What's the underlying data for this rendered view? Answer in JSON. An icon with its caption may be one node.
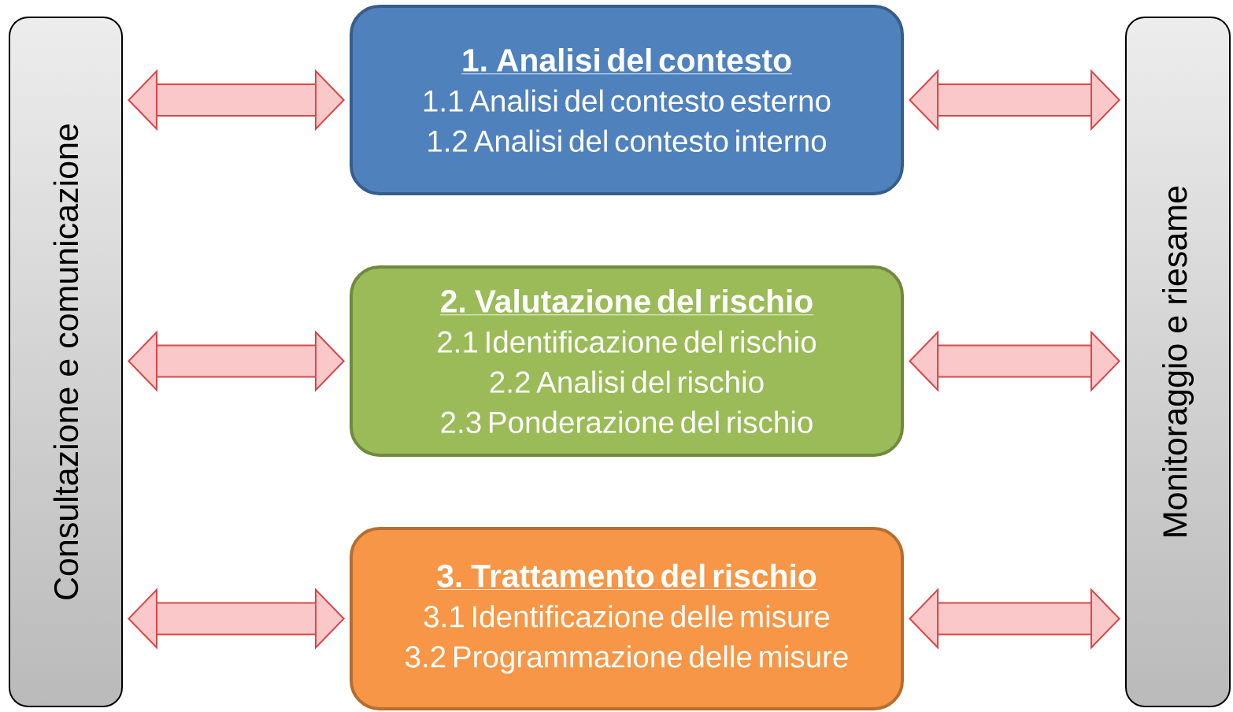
{
  "diagram": {
    "nodes": [
      {
        "text": [
          "Consultazione e comunicazione"
        ]
      },
      {
        "text": [
          "1. Analisi del contesto",
          "1.1 Analisi del contesto esterno",
          "1.2 Analisi del contesto interno"
        ]
      },
      {
        "text": [
          "2. Valutazione del rischio",
          "2.1 Identificazione del rischio",
          "2.2 Analisi del rischio",
          "2.3 Ponderazione del rischio"
        ]
      },
      {
        "text": [
          "3. Trattamento del rischio",
          "3.1 Identificazione delle misure",
          "3.2 Programmazione delle misure"
        ]
      },
      {
        "text": [
          "Monitoraggio e riesame"
        ]
      }
    ],
    "edges": [
      {
        "from": 0,
        "to": 1,
        "arrow": "both"
      },
      {
        "from": 0,
        "to": 2,
        "arrow": "both"
      },
      {
        "from": 0,
        "to": 3,
        "arrow": "both"
      },
      {
        "from": 1,
        "to": 4,
        "arrow": "both"
      },
      {
        "from": 2,
        "to": 4,
        "arrow": "both"
      },
      {
        "from": 3,
        "to": 4,
        "arrow": "both"
      }
    ]
  }
}
